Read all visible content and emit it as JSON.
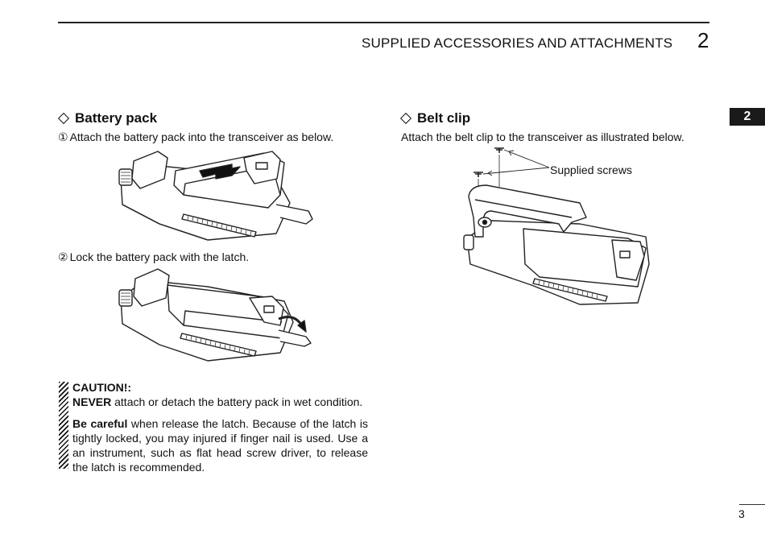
{
  "header": {
    "title": "SUPPLIED ACCESSORIES AND ATTACHMENTS",
    "chapter_number": "2",
    "side_tab": "2"
  },
  "battery_pack": {
    "title": "Battery pack",
    "step1_marker": "①",
    "step1_text": "Attach the battery pack into the transceiver as below.",
    "step2_marker": "②",
    "step2_text": "Lock the battery pack with the latch."
  },
  "belt_clip": {
    "title": "Belt clip",
    "text": "Attach the belt clip to the transceiver as illustrated below.",
    "callout": "Supplied screws"
  },
  "caution": {
    "heading": "CAUTION!:",
    "p1_bold": "NEVER",
    "p1_text": " attach or detach the battery pack in wet condition.",
    "p2_bold": "Be careful",
    "p2_text": " when release the latch. Because of the latch is tightly locked, you may injured if finger nail is used. Use a an instrument, such as flat head screw driver, to release the latch is recommended."
  },
  "footer": {
    "page_number": "3"
  },
  "icons": [
    "diamond-bullet-icon",
    "caution-hatch-icon"
  ]
}
